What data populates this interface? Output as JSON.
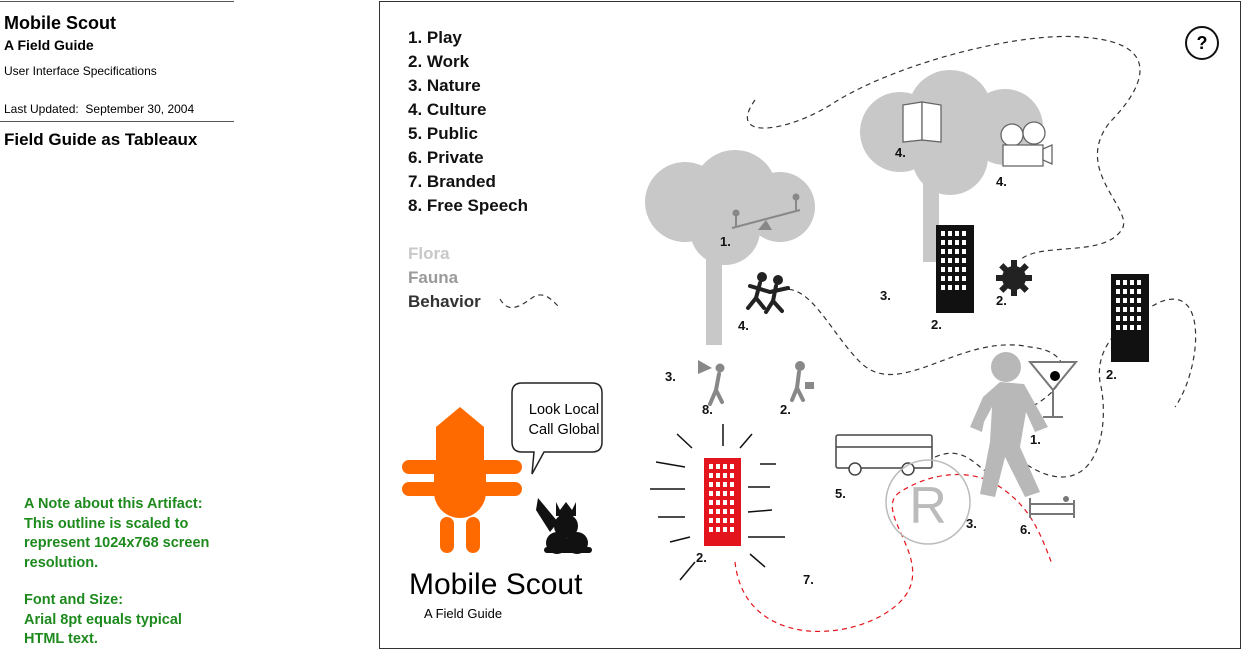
{
  "header": {
    "title": "Mobile Scout",
    "subtitle": "A Field Guide",
    "spec": "User Interface Specifications",
    "updated_label": "Last Updated:",
    "updated_date": "September 30, 2004",
    "section": "Field Guide as Tableaux"
  },
  "note": {
    "lines1": [
      "A Note about this Artifact:",
      "This outline is scaled to",
      "represent 1024x768 screen",
      "resolution."
    ],
    "lines2": [
      "Font and Size:",
      "Arial 8pt equals typical",
      "HTML text."
    ]
  },
  "legend": {
    "categories": [
      "1. Play",
      "2. Work",
      "3. Nature",
      "4. Culture",
      "5. Public",
      "6. Private",
      "7. Branded",
      "8. Free Speech"
    ],
    "types": [
      {
        "label": "Flora",
        "color": "#c8c8c8"
      },
      {
        "label": "Fauna",
        "color": "#9a9a9a"
      },
      {
        "label": "Behavior",
        "color": "#333333"
      }
    ]
  },
  "help": {
    "symbol": "?"
  },
  "speech": {
    "lines": [
      "Look Local",
      "Call Global"
    ]
  },
  "logo": {
    "title": "Mobile Scout",
    "subtitle": "A Field Guide"
  },
  "map_labels": {
    "tree_play": "1.",
    "tree_culture_book": "4.",
    "tree_culture_camera": "4.",
    "kids": "4.",
    "nature_a": "3.",
    "office_center": "2.",
    "gear": "2.",
    "office_right": "2.",
    "nature_b": "3.",
    "free_speech": "8.",
    "worker": "2.",
    "branded_tower": "2.",
    "bus": "5.",
    "branded_r": "7.",
    "nature_c": "3.",
    "big_figure": "1.",
    "bed": "6."
  },
  "colors": {
    "flora": "#c8c8c8",
    "fauna": "#9a9a9a",
    "behavior": "#333333",
    "mascot": "#ff6a00",
    "branded": "#e3141b",
    "note": "#1e8a1e"
  }
}
